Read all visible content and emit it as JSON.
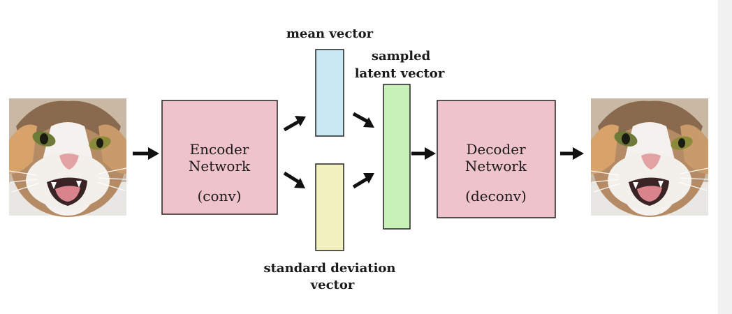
{
  "encoder": {
    "line1": "Encoder",
    "line2": "Network",
    "line3": "(conv)",
    "color": "#efc3cb"
  },
  "decoder": {
    "line1": "Decoder",
    "line2": "Network",
    "line3": "(deconv)",
    "color": "#efc3cb"
  },
  "mean_vector": {
    "label": "mean vector",
    "color": "#c8e8f2"
  },
  "std_vector": {
    "line1": "standard deviation",
    "line2": "vector",
    "color": "#f4f1c0"
  },
  "latent_vector": {
    "line1": "sampled",
    "line2": "latent vector",
    "color": "#c8f1b9"
  },
  "images": {
    "input": "cat-photo",
    "output": "cat-photo"
  }
}
